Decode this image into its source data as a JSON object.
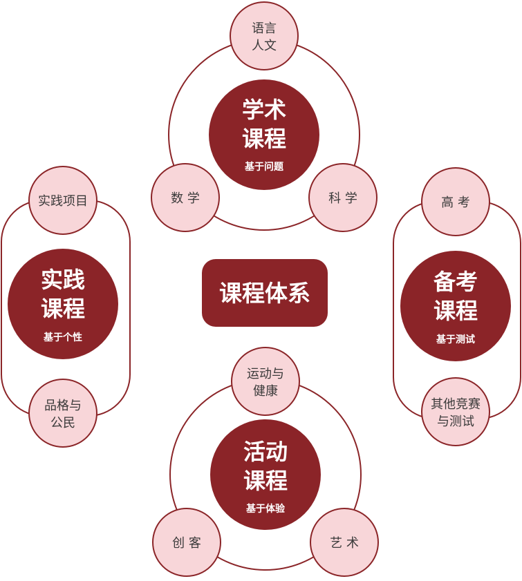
{
  "center": {
    "label": "课程体系"
  },
  "colors": {
    "primary": "#8b2428",
    "satellite_fill": "#f8d6d9",
    "outline": "#8b2528"
  },
  "academic": {
    "title_line1": "学术",
    "title_line2": "课程",
    "subtitle": "基于问题",
    "satellites": {
      "top_line1": "语言",
      "top_line2": "人文",
      "left": "数 学",
      "right": "科 学"
    }
  },
  "practice": {
    "title_line1": "实践",
    "title_line2": "课程",
    "subtitle": "基于个性",
    "satellites": {
      "top": "实践项目",
      "bottom_line1": "品格与",
      "bottom_line2": "公民"
    }
  },
  "prep": {
    "title_line1": "备考",
    "title_line2": "课程",
    "subtitle": "基于测试",
    "satellites": {
      "top": "高 考",
      "bottom_line1": "其他竞赛",
      "bottom_line2": "与测试"
    }
  },
  "activity": {
    "title_line1": "活动",
    "title_line2": "课程",
    "subtitle": "基于体验",
    "satellites": {
      "top_line1": "运动与",
      "top_line2": "健康",
      "left": "创 客",
      "right": "艺 术"
    }
  }
}
